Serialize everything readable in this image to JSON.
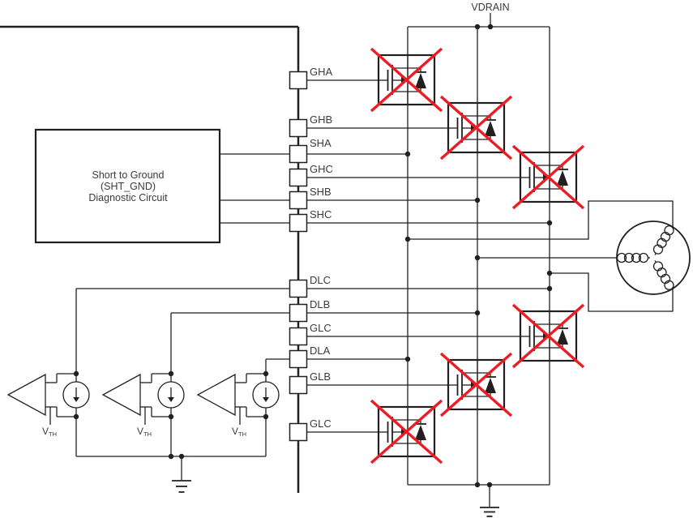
{
  "supply": {
    "label": "VDRAIN"
  },
  "diagnostic_box": {
    "line1": "Short to Ground",
    "line2": "(SHT_GND)",
    "line3": "Diagnostic Circuit"
  },
  "pins": [
    {
      "label": "GHA"
    },
    {
      "label": "GHB"
    },
    {
      "label": "SHA"
    },
    {
      "label": "GHC"
    },
    {
      "label": "SHB"
    },
    {
      "label": "SHC"
    },
    {
      "label": "DLC"
    },
    {
      "label": "DLB"
    },
    {
      "label": "GLC"
    },
    {
      "label": "DLA"
    },
    {
      "label": "GLB"
    },
    {
      "label": "GLC"
    }
  ],
  "comparators": {
    "ref_main": "V",
    "ref_sub": "TH",
    "count": 3
  },
  "mosfets": [
    {
      "name": "high-side-phase-a",
      "status": "crossed-out"
    },
    {
      "name": "high-side-phase-b",
      "status": "crossed-out"
    },
    {
      "name": "high-side-phase-c",
      "status": "crossed-out"
    },
    {
      "name": "low-side-phase-c",
      "status": "crossed-out"
    },
    {
      "name": "low-side-phase-b",
      "status": "crossed-out"
    },
    {
      "name": "low-side-phase-a",
      "status": "crossed-out"
    }
  ],
  "motor": {
    "type": "three-phase-motor"
  },
  "colors": {
    "wire": "#231f20",
    "cross_out": "#ed1c24",
    "text": "#3c3c3c",
    "background": "#ffffff"
  }
}
